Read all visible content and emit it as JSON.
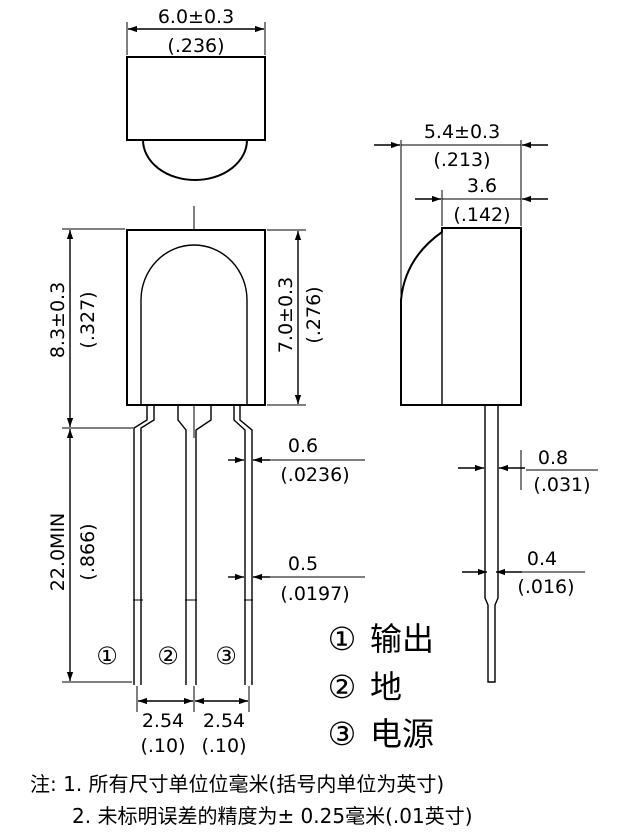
{
  "front_view": {
    "top_width": {
      "main": "6.0±0.3",
      "inch": "(.236)"
    },
    "height_total": {
      "main": "8.3±0.3",
      "inch": "(.327)"
    },
    "height_body": {
      "main": "7.0±0.3",
      "inch": "(.276)"
    },
    "lead_length": {
      "main": "22.0MIN",
      "inch": "(.866)"
    },
    "lead_width_top": {
      "main": "0.6",
      "inch": "(.0236)"
    },
    "lead_width_bottom": {
      "main": "0.5",
      "inch": "(.0197)"
    },
    "pitch_1": {
      "main": "2.54",
      "inch": "(.10)"
    },
    "pitch_2": {
      "main": "2.54",
      "inch": "(.10)"
    },
    "pin_numbers": [
      "①",
      "②",
      "③"
    ]
  },
  "side_view": {
    "depth_total": {
      "main": "5.4±0.3",
      "inch": "(.213)"
    },
    "depth_body": {
      "main": "3.6",
      "inch": "(.142)"
    },
    "lead_thickness_top": {
      "main": "0.8",
      "inch": "(.031)"
    },
    "lead_thickness_bottom": {
      "main": "0.4",
      "inch": "(.016)"
    }
  },
  "legend": [
    {
      "num": "①",
      "label": "输出"
    },
    {
      "num": "②",
      "label": "地"
    },
    {
      "num": "③",
      "label": "电源"
    }
  ],
  "notes": [
    "注: 1. 所有尺寸单位位毫米(括号内单位为英寸)",
    "2. 未标明误差的精度为± 0.25毫米(.01英寸)"
  ]
}
